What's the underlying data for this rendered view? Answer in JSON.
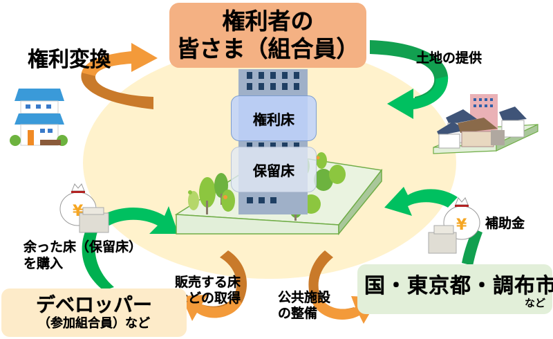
{
  "title": {
    "line1": "権利者の",
    "line2": "皆さま（組合員）"
  },
  "center": {
    "right_floor_label": "権利床",
    "reserved_floor_label": "保留床"
  },
  "flows": {
    "rights_conversion": "権利変換",
    "land_provision": "土地の提供",
    "subsidy": "補助金",
    "buy_reserved_line1": "余った床（保留床）",
    "buy_reserved_line2": "を購入",
    "acquire_floor_line1": "販売する床",
    "acquire_floor_line2": "などの取得",
    "public_facility_line1": "公共施設",
    "public_facility_line2": "の整備"
  },
  "developer": {
    "name": "デベロッパー",
    "sub": "（参加組合員）など"
  },
  "government": {
    "name": "国・東京都・調布市",
    "sub": "など"
  },
  "icons": {
    "yen_symbol": "¥"
  },
  "colors": {
    "title_box": "#f4b183",
    "developer_box": "#fdebc9",
    "government_box": "#e2efd9",
    "center_ellipse": "#fff2cc",
    "orange_arrow": "#f39a3a",
    "orange_arrow_dark": "#c97a2a",
    "green_arrow": "#00c060",
    "green_arrow_dark": "#12a050"
  }
}
